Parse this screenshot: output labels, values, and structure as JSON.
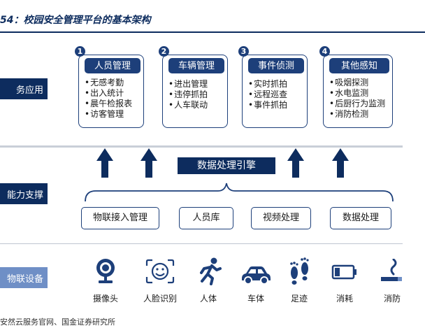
{
  "title": "54：校园安全管理平台的基本架构",
  "layers": {
    "app": "务应用",
    "capability": "能力支撑",
    "device": "物联设备"
  },
  "apps": [
    {
      "num": "1",
      "title": "人员管理",
      "items": [
        "无感考勤",
        "出入统计",
        "晨午检报表",
        "访客管理"
      ]
    },
    {
      "num": "2",
      "title": "车辆管理",
      "items": [
        "进出管理",
        "违停抓拍",
        "人车联动"
      ]
    },
    {
      "num": "3",
      "title": "事件侦测",
      "items": [
        "实时抓拍",
        "远程巡查",
        "事件抓拍"
      ]
    },
    {
      "num": "4",
      "title": "其他感知",
      "items": [
        "吸烟探测",
        "水电监测",
        "后厨行为监测",
        "消防检测"
      ]
    }
  ],
  "engine": "数据处理引擎",
  "capabilities": [
    "物联接入管理",
    "人员库",
    "视频处理",
    "数据处理"
  ],
  "devices": [
    {
      "icon": "camera-icon",
      "label": "摄像头"
    },
    {
      "icon": "face-recognition-icon",
      "label": "人脸识别"
    },
    {
      "icon": "human-body-icon",
      "label": "人体"
    },
    {
      "icon": "car-icon",
      "label": "车体"
    },
    {
      "icon": "footprint-icon",
      "label": "足迹"
    },
    {
      "icon": "battery-icon",
      "label": "消耗"
    },
    {
      "icon": "smoke-icon",
      "label": "消防"
    }
  ],
  "footer": "安然云服务官网、国金证券研究所",
  "colors": {
    "primary": "#0d2c5e",
    "accent": "#1d3f7a",
    "light": "#6f8fc6"
  }
}
